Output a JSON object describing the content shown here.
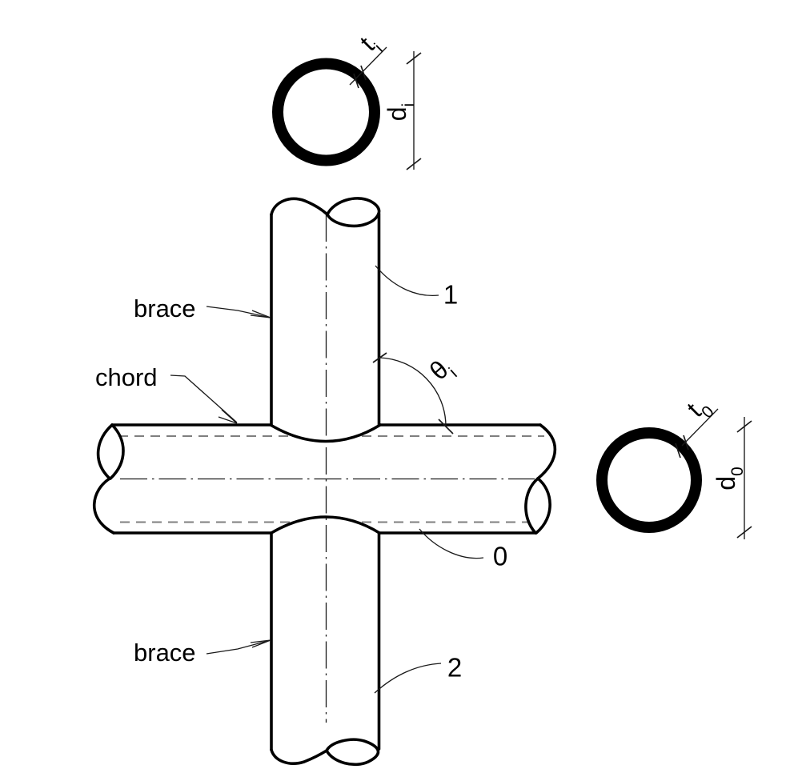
{
  "figure_type": "tubular X-joint engineering diagram",
  "labels": {
    "brace_top": "brace",
    "chord": "chord",
    "brace_bottom": "brace",
    "top_brace_number": "1",
    "chord_number": "0",
    "bottom_brace_number": "2"
  },
  "dims": {
    "brace_thickness": {
      "main": "t",
      "sub": "i"
    },
    "brace_diameter": {
      "main": "d",
      "sub": "i"
    },
    "chord_thickness": {
      "main": "t",
      "sub": "0"
    },
    "chord_diameter": {
      "main": "d",
      "sub": "0"
    },
    "angle": {
      "main": "θ",
      "sub": "i"
    }
  },
  "colors": {
    "outline": "#000000",
    "thin_line": "#1a1a1a",
    "hidden_line": "#7f7f7f",
    "background": "#ffffff"
  }
}
